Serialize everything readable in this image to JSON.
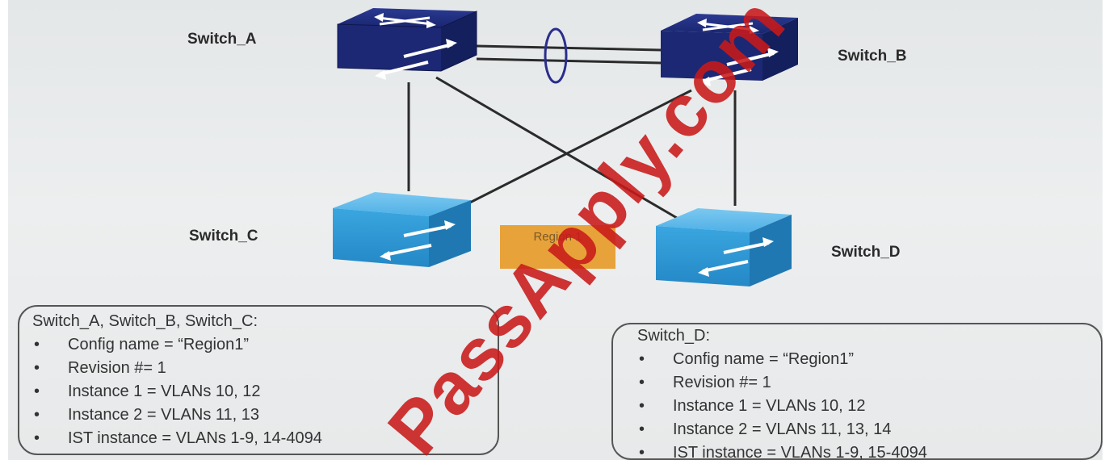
{
  "switches": {
    "a": "Switch_A",
    "b": "Switch_B",
    "c": "Switch_C",
    "d": "Switch_D"
  },
  "region_label": "Region 1",
  "config_abc": {
    "title": "Switch_A, Switch_B, Switch_C:",
    "items": [
      "Config name = “Region1”",
      "Revision #= 1",
      "Instance 1 = VLANs 10, 12",
      "Instance 2 = VLANs 11, 13",
      "IST instance = VLANs 1-9, 14-4094"
    ]
  },
  "config_d": {
    "title": "Switch_D:",
    "items": [
      "Config name = “Region1”",
      "Revision #= 1",
      "Instance 1 = VLANs 10, 12",
      "Instance 2 = VLANs 11, 13, 14",
      "IST instance = VLANs 1-9, 15-4094"
    ]
  },
  "watermark": "PassApply.com",
  "colors": {
    "core_switch": "#1d2a78",
    "access_switch": "#2f9bd8",
    "region_fill": "#e7a23a",
    "watermark": "#c81919"
  },
  "icons": {
    "core": "layer3-switch-icon",
    "access": "layer2-switch-icon"
  }
}
